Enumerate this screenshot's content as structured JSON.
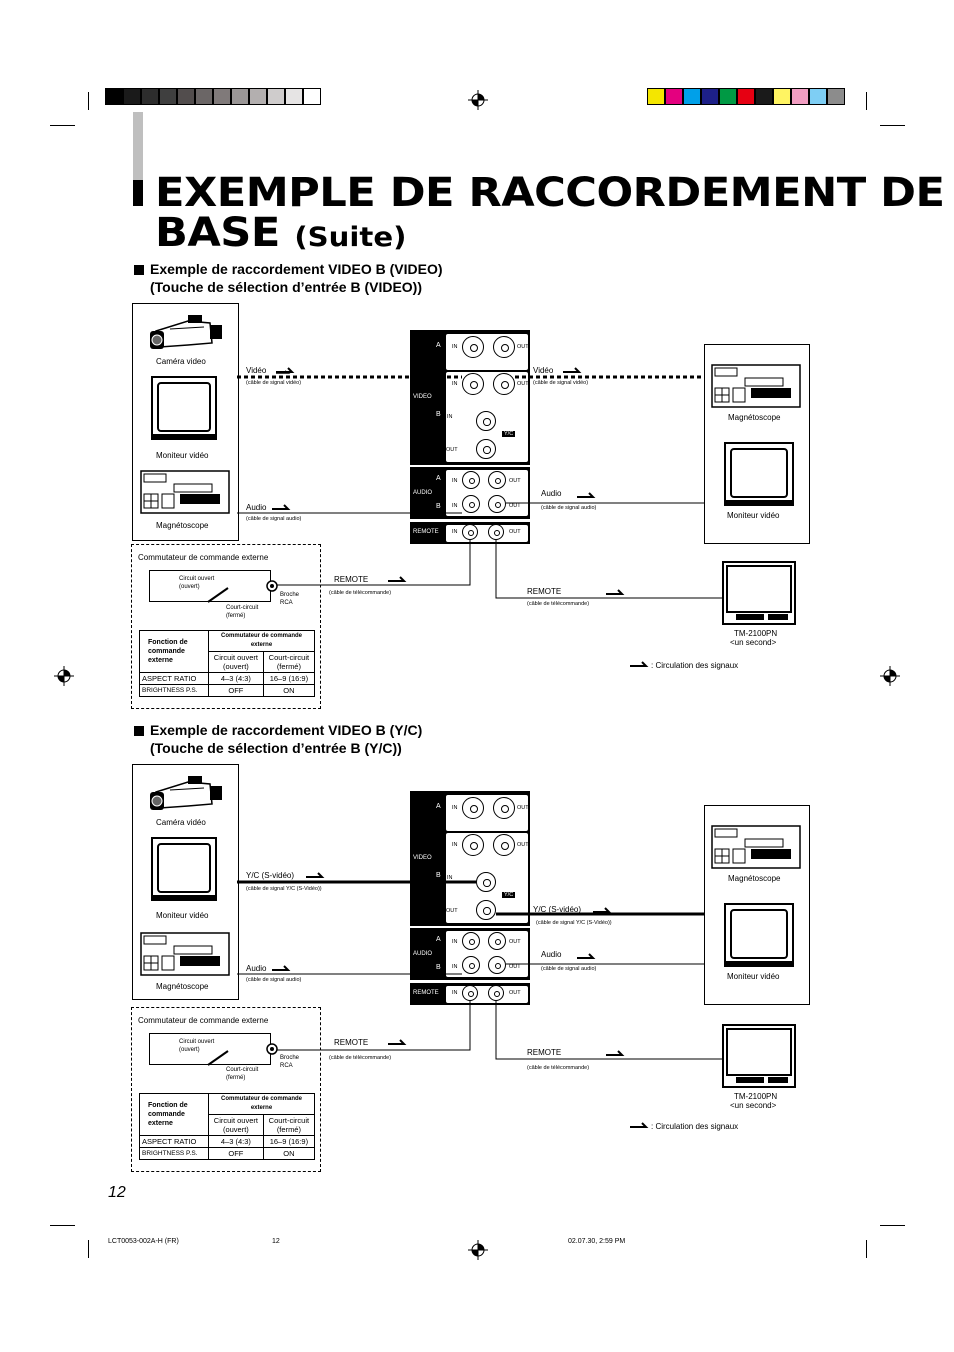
{
  "title": {
    "main": "EXEMPLE DE RACCORDEMENT DE",
    "main2": "BASE",
    "suite": "(Suite)"
  },
  "section1": {
    "line1": "Exemple de raccordement VIDEO B (VIDEO)",
    "line2": "(Touche de sélection d’entrée B (VIDEO))"
  },
  "section2": {
    "line1": "Exemple de raccordement VIDEO B (Y/C)",
    "line2": "(Touche de sélection d’entrée B (Y/C))"
  },
  "labels": {
    "camera1": "Caméra video",
    "camera2": "Caméra vidéo",
    "monitor": "Moniteur vidéo",
    "vcr": "Magnétoscope",
    "video": "Vidéo",
    "video_cable": "(câble de signal vidéo)",
    "audio": "Audio",
    "audio_cable": "(câble de signal audio)",
    "yc": "Y/C (S-vidéo)",
    "yc_cable": "(câble de signal Y/C (S-Vidéo))",
    "remote": "REMOTE",
    "remote_cable": "(câble de télécommande)",
    "tm": "TM-2100PN",
    "tm_sub": "<un second>",
    "legend": ": Circulation des signaux",
    "ext_switch": "Commutateur de commande externe",
    "open": "Circuit ouvert",
    "open_sub": "(ouvert)",
    "short": "Court-circuit",
    "short_sub": "(fermé)",
    "broche": "Broche",
    "rca": "RCA"
  },
  "panel": {
    "a": "A",
    "b": "B",
    "video": "VIDEO",
    "audio": "AUDIO",
    "remote": "REMOTE",
    "in": "IN",
    "out": "OUT",
    "yc": "Y/C"
  },
  "table": {
    "col0": "Fonction de commande externe",
    "header": "Commutateur de commande externe",
    "sub1": "Circuit ouvert (ouvert)",
    "sub2": "Court-circuit (fermé)",
    "rows": [
      {
        "name": "ASPECT RATIO",
        "open": "4–3 (4:3)",
        "short": "16–9 (16:9)"
      },
      {
        "name": "BRIGHTNESS P.S.",
        "open": "OFF",
        "short": "ON"
      }
    ]
  },
  "page_number": "12",
  "footer": {
    "code": "LCT0053-002A-H (FR)",
    "page": "12",
    "date": "02.07.30, 2:59 PM"
  },
  "colors": {
    "gray_bars": [
      "#000000",
      "#1a1a1a",
      "#2d2d2d",
      "#3f3f3f",
      "#524d4d",
      "#6b6666",
      "#807a7a",
      "#9a9696",
      "#b3afaf",
      "#cfcccc",
      "#e6e4e4",
      "#ffffff"
    ],
    "color_bars": [
      "#f4e600",
      "#e4007f",
      "#00a0e9",
      "#1d2088",
      "#009944",
      "#e60012",
      "#1a1a1a",
      "#fff462",
      "#f29ec2",
      "#7ecef4",
      "#8c8c8c"
    ]
  }
}
